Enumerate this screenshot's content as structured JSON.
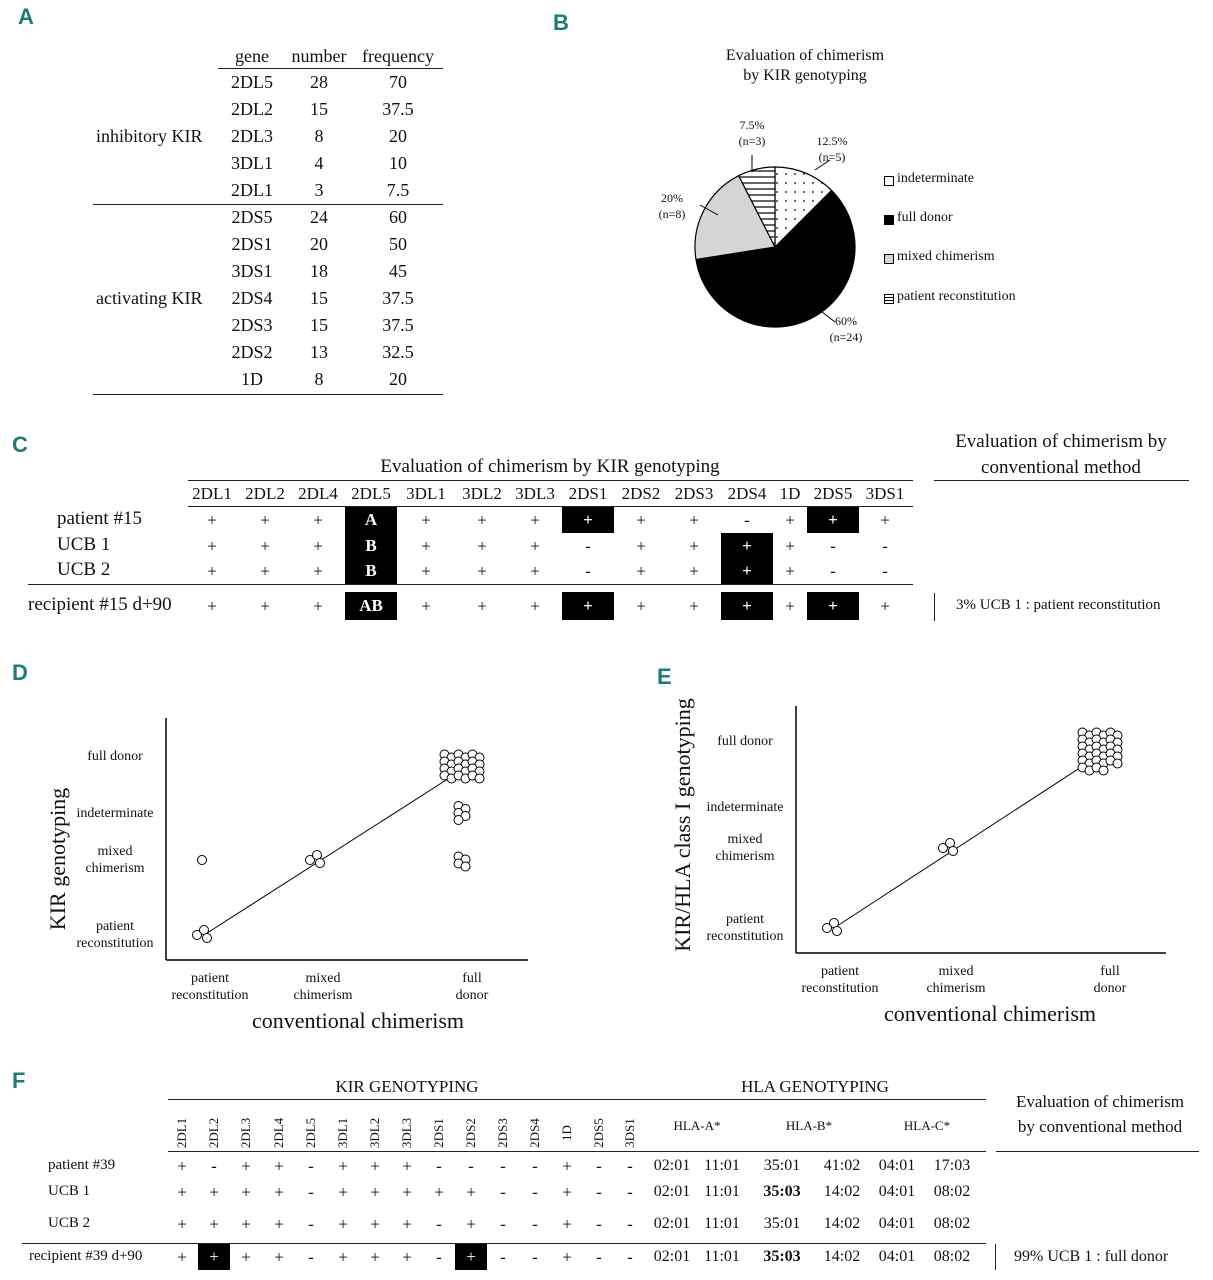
{
  "panel_labels": [
    "A",
    "B",
    "C",
    "D",
    "E",
    "F"
  ],
  "panelA": {
    "headers": [
      "gene",
      "number",
      "frequency"
    ],
    "groups": [
      {
        "name": "inhibitory KIR",
        "rows": [
          [
            "2DL5",
            "28",
            "70"
          ],
          [
            "2DL2",
            "15",
            "37.5"
          ],
          [
            "2DL3",
            "8",
            "20"
          ],
          [
            "3DL1",
            "4",
            "10"
          ],
          [
            "2DL1",
            "3",
            "7.5"
          ]
        ]
      },
      {
        "name": "activating KIR",
        "rows": [
          [
            "2DS5",
            "24",
            "60"
          ],
          [
            "2DS1",
            "20",
            "50"
          ],
          [
            "3DS1",
            "18",
            "45"
          ],
          [
            "2DS4",
            "15",
            "37.5"
          ],
          [
            "2DS3",
            "15",
            "37.5"
          ],
          [
            "2DS2",
            "13",
            "32.5"
          ],
          [
            "1D",
            "8",
            "20"
          ]
        ]
      }
    ]
  },
  "panelC": {
    "title": "Evaluation of chimerism by KIR genotyping",
    "conv_title": [
      "Evaluation of chimerism by",
      "conventional method"
    ],
    "columns": [
      "2DL1",
      "2DL2",
      "2DL4",
      "2DL5",
      "3DL1",
      "3DL2",
      "3DL3",
      "2DS1",
      "2DS2",
      "2DS3",
      "2DS4",
      "1D",
      "2DS5",
      "3DS1"
    ],
    "rows": [
      {
        "label": "patient #15",
        "values": [
          "+",
          "+",
          "+",
          "A",
          "+",
          "+",
          "+",
          "+",
          "+",
          "+",
          "-",
          "+",
          "+",
          "+"
        ],
        "highlight": [
          3,
          7,
          12
        ]
      },
      {
        "label": "UCB 1",
        "values": [
          "+",
          "+",
          "+",
          "B",
          "+",
          "+",
          "+",
          "-",
          "+",
          "+",
          "+",
          "+",
          "-",
          "-"
        ],
        "highlight": [
          3,
          10
        ]
      },
      {
        "label": "UCB 2",
        "values": [
          "+",
          "+",
          "+",
          "B",
          "+",
          "+",
          "+",
          "-",
          "+",
          "+",
          "+",
          "+",
          "-",
          "-"
        ],
        "highlight": [
          3,
          10
        ]
      },
      {
        "label": "recipient #15 d+90",
        "values": [
          "+",
          "+",
          "+",
          "AB",
          "+",
          "+",
          "+",
          "+",
          "+",
          "+",
          "+",
          "+",
          "+",
          "+"
        ],
        "highlight": [
          3,
          7,
          10,
          12
        ]
      }
    ],
    "conventional_result": "3% UCB 1 : patient reconstitution"
  },
  "panelF": {
    "kir_title": "KIR GENOTYPING",
    "hla_title": "HLA GENOTYPING",
    "conv_title": [
      "Evaluation of chimerism",
      "by conventional method"
    ],
    "kir_columns": [
      "2DL1",
      "2DL2",
      "2DL3",
      "2DL4",
      "2DL5",
      "3DL1",
      "3DL2",
      "3DL3",
      "2DS1",
      "2DS2",
      "2DS3",
      "2DS4",
      "1D",
      "2DS5",
      "3DS1"
    ],
    "hla_columns": [
      "HLA-A*",
      "HLA-B*",
      "HLA-C*"
    ],
    "rows": [
      {
        "label": "patient #39",
        "kir": [
          "+",
          "-",
          "+",
          "+",
          "-",
          "+",
          "+",
          "+",
          "-",
          "-",
          "-",
          "-",
          "+",
          "-",
          "-"
        ],
        "kir_highlight": [],
        "hla": [
          "02:01",
          "11:01",
          "35:01",
          "41:02",
          "04:01",
          "17:03"
        ],
        "hla_bold": []
      },
      {
        "label": "UCB 1",
        "kir": [
          "+",
          "+",
          "+",
          "+",
          "-",
          "+",
          "+",
          "+",
          "+",
          "+",
          "-",
          "-",
          "+",
          "-",
          "-"
        ],
        "kir_highlight": [],
        "hla": [
          "02:01",
          "11:01",
          "35:03",
          "14:02",
          "04:01",
          "08:02"
        ],
        "hla_bold": [
          2
        ]
      },
      {
        "label": "UCB 2",
        "kir": [
          "+",
          "+",
          "+",
          "+",
          "-",
          "+",
          "+",
          "+",
          "-",
          "+",
          "-",
          "-",
          "+",
          "-",
          "-"
        ],
        "kir_highlight": [],
        "hla": [
          "02:01",
          "11:01",
          "35:01",
          "14:02",
          "04:01",
          "08:02"
        ],
        "hla_bold": []
      },
      {
        "label": "recipient #39 d+90",
        "kir": [
          "+",
          "+",
          "+",
          "+",
          "-",
          "+",
          "+",
          "+",
          "-",
          "+",
          "-",
          "-",
          "+",
          "-",
          "-"
        ],
        "kir_highlight": [
          1,
          9
        ],
        "hla": [
          "02:01",
          "11:01",
          "35:03",
          "14:02",
          "04:01",
          "08:02"
        ],
        "hla_bold": [
          2
        ]
      }
    ],
    "conventional_result": "99% UCB 1 : full donor"
  },
  "chart_data": [
    {
      "type": "pie",
      "panel": "B",
      "title": "Evaluation of chimerism by KIR genotyping",
      "slices": [
        {
          "name": "indeterminate",
          "percent": 12.5,
          "n": 5,
          "label": "12.5%",
          "nlabel": "(n=5)",
          "pattern": "dots"
        },
        {
          "name": "full donor",
          "percent": 60,
          "n": 24,
          "label": "60%",
          "nlabel": "(n=24)",
          "color": "#000000"
        },
        {
          "name": "mixed chimerism",
          "percent": 20,
          "n": 8,
          "label": "20%",
          "nlabel": "(n=8)",
          "color": "#d4d6d6"
        },
        {
          "name": "patient reconstitution",
          "percent": 7.5,
          "n": 3,
          "label": "7.5%",
          "nlabel": "(n=3)",
          "pattern": "hlines"
        }
      ],
      "legend": "right"
    },
    {
      "type": "scatter",
      "panel": "D",
      "xlabel": "conventional chimerism",
      "ylabel": "KIR genotyping",
      "x_categories": [
        "patient reconstitution",
        "mixed chimerism",
        "full donor"
      ],
      "y_categories": [
        "patient reconstitution",
        "mixed chimerism",
        "indeterminate",
        "full donor"
      ],
      "points": [
        {
          "x": "patient reconstitution",
          "y": "patient reconstitution",
          "count": 3
        },
        {
          "x": "patient reconstitution",
          "y": "mixed chimerism",
          "count": 1
        },
        {
          "x": "mixed chimerism",
          "y": "mixed chimerism",
          "count": 3
        },
        {
          "x": "full donor",
          "y": "full donor",
          "count": 24
        },
        {
          "x": "full donor",
          "y": "indeterminate",
          "count": 5
        },
        {
          "x": "full donor",
          "y": "mixed chimerism",
          "count": 4
        }
      ]
    },
    {
      "type": "scatter",
      "panel": "E",
      "xlabel": "conventional chimerism",
      "ylabel": "KIR/HLA class I genotyping",
      "x_categories": [
        "patient reconstitution",
        "mixed chimerism",
        "full donor"
      ],
      "y_categories": [
        "patient reconstitution",
        "mixed chimerism",
        "indeterminate",
        "full donor"
      ],
      "points": [
        {
          "x": "patient reconstitution",
          "y": "patient reconstitution",
          "count": 3
        },
        {
          "x": "mixed chimerism",
          "y": "mixed chimerism",
          "count": 3
        },
        {
          "x": "full donor",
          "y": "full donor",
          "count": 34
        }
      ]
    }
  ]
}
